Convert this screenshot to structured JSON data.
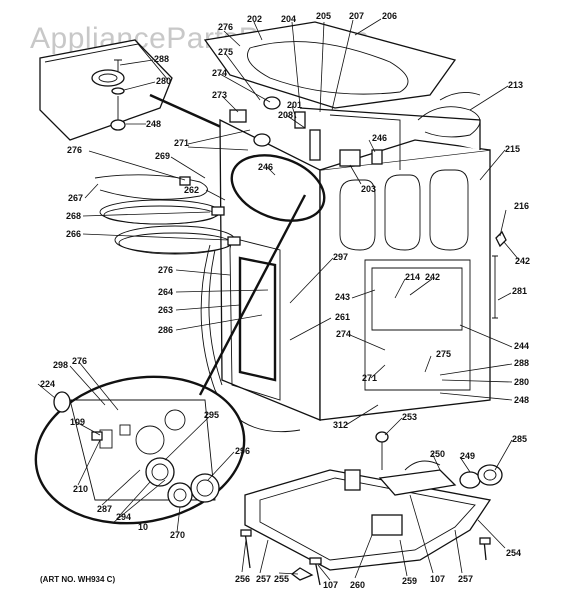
{
  "watermark": "AppliancePartsPros.com",
  "caption": "(ART NO. WH934 C)",
  "labels": [
    "276",
    "202",
    "204",
    "205",
    "207",
    "206",
    "275",
    "274",
    "288",
    "280",
    "248",
    "273",
    "201",
    "208",
    "213",
    "271",
    "246",
    "246",
    "215",
    "269",
    "276",
    "267",
    "262",
    "203",
    "268",
    "266",
    "216",
    "242",
    "276",
    "297",
    "214",
    "242",
    "264",
    "243",
    "281",
    "263",
    "261",
    "286",
    "274",
    "244",
    "275",
    "288",
    "298",
    "276",
    "271",
    "280",
    "224",
    "248",
    "312",
    "253",
    "109",
    "295",
    "285",
    "210",
    "296",
    "250",
    "249",
    "287",
    "294",
    "10",
    "270",
    "254",
    "256",
    "257",
    "255",
    "107",
    "260",
    "259",
    "107",
    "257"
  ]
}
